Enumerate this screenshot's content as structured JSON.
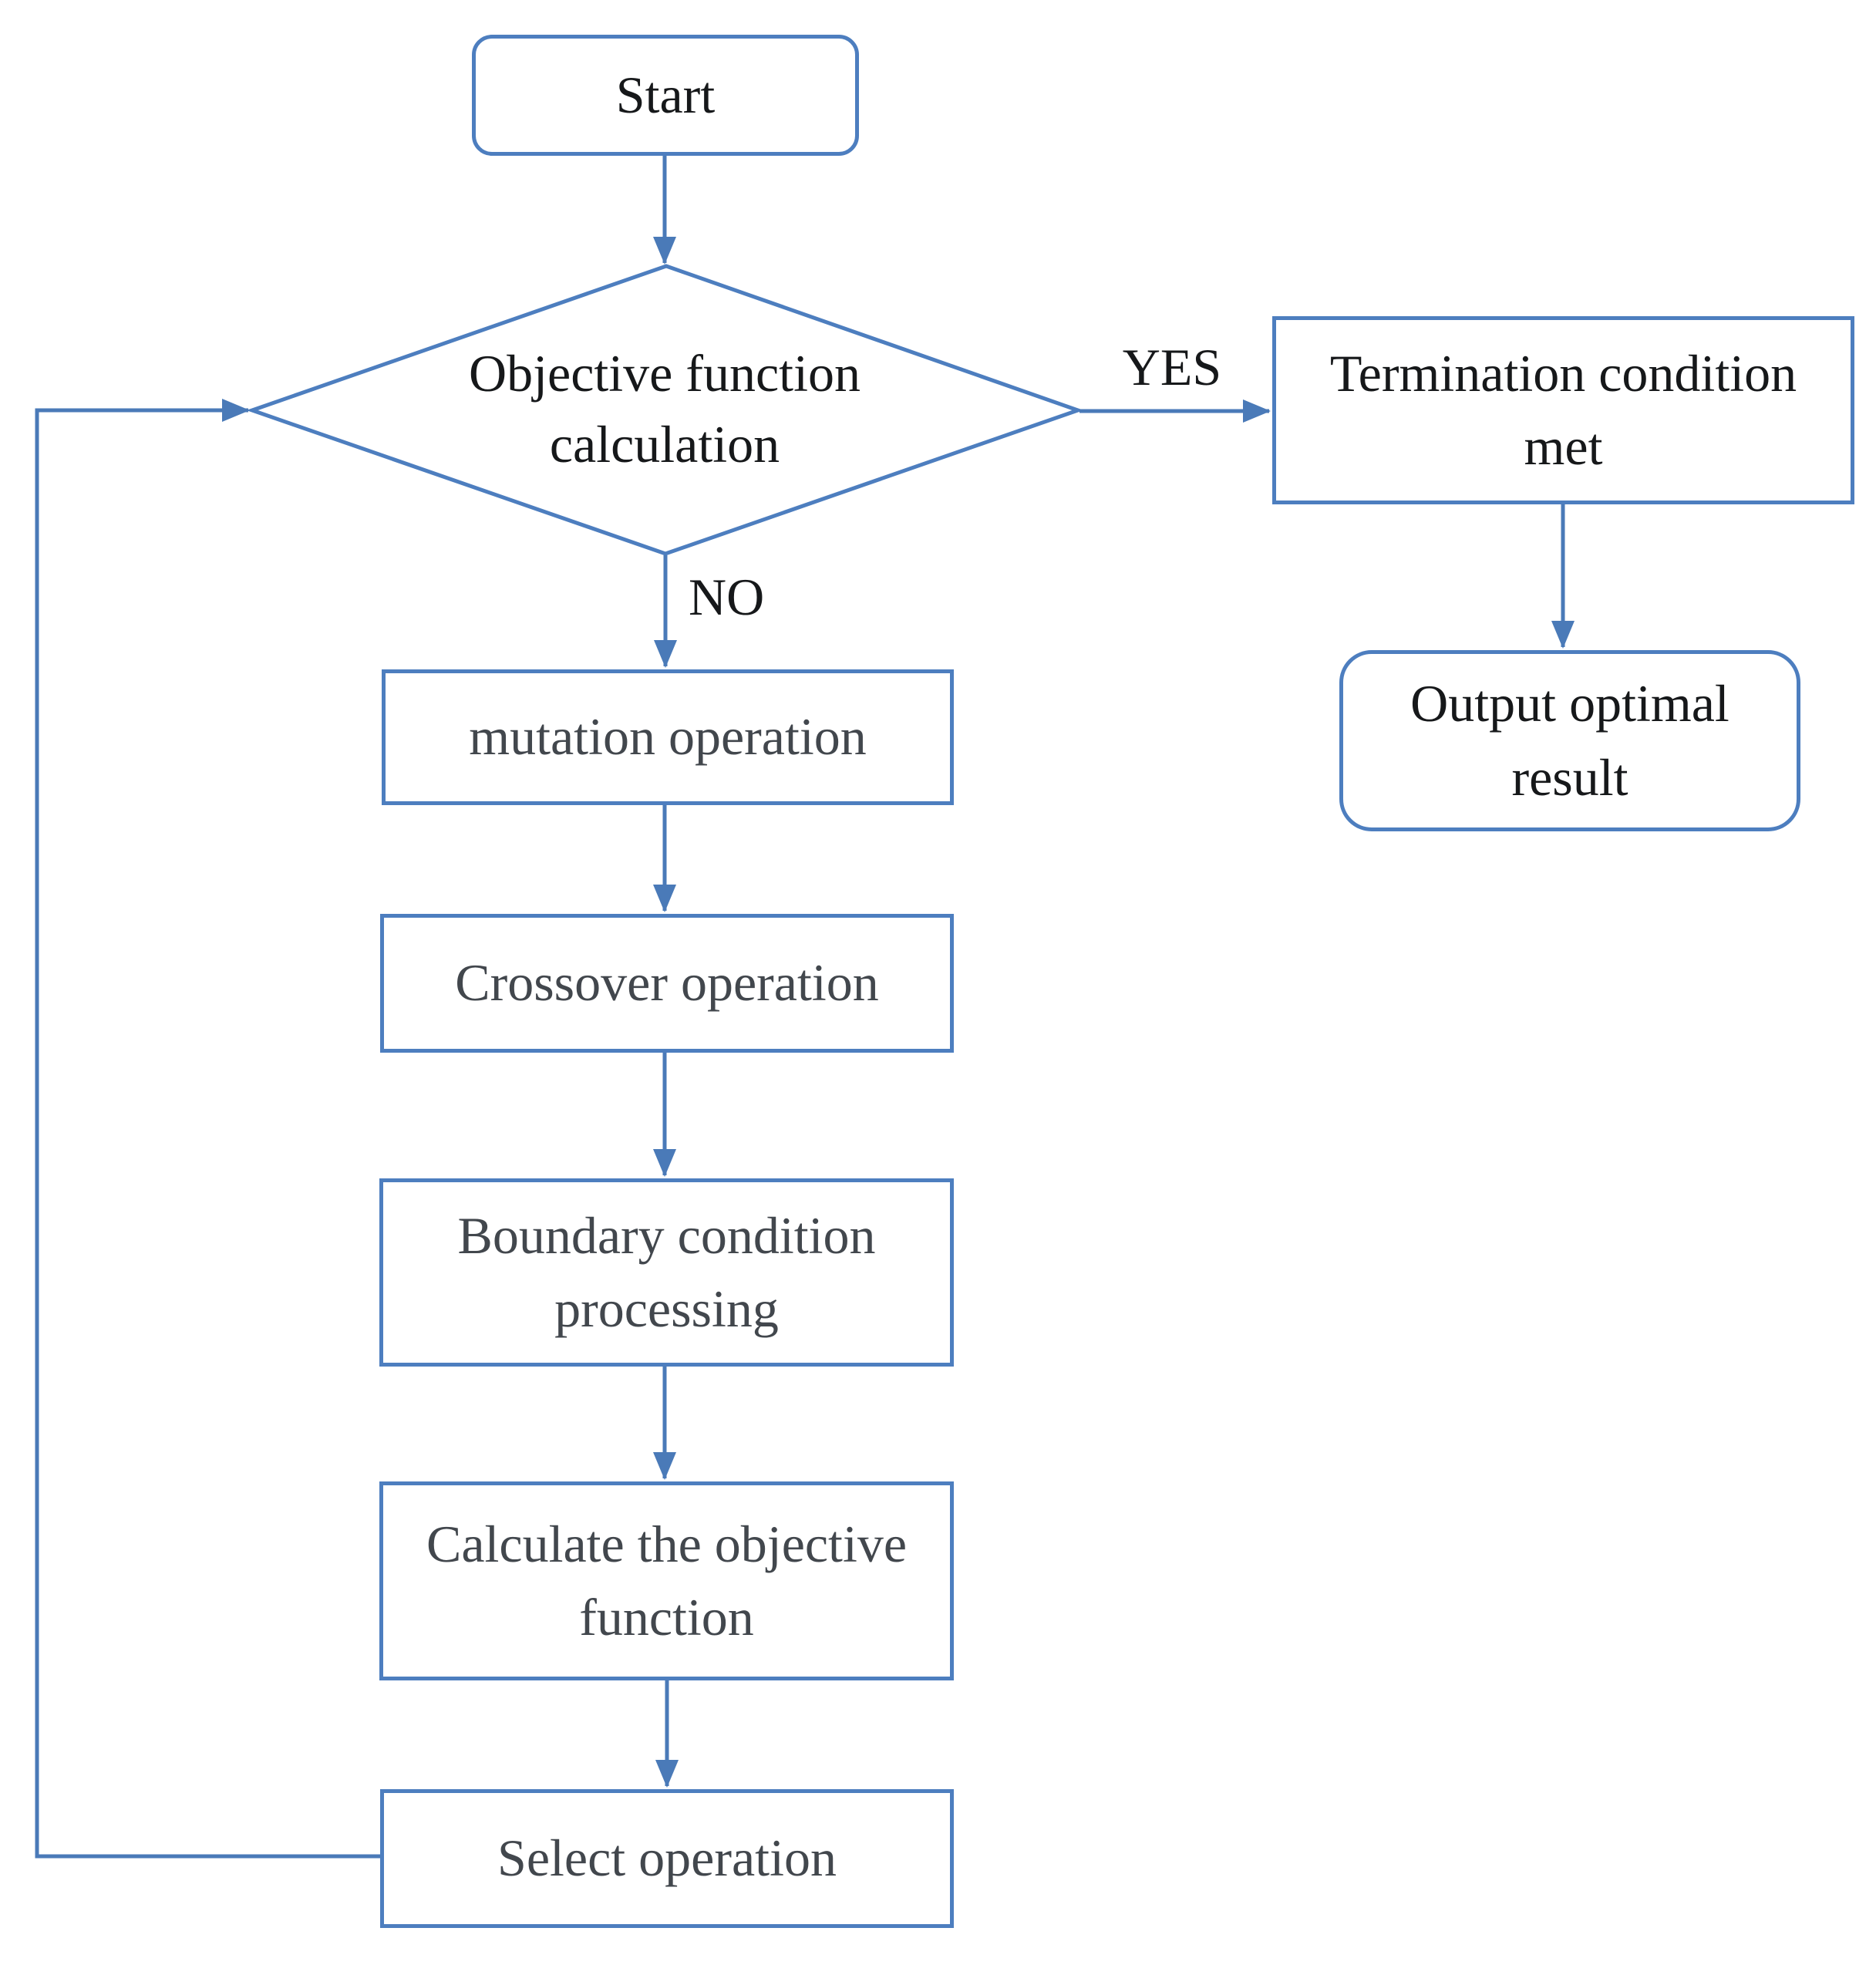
{
  "diagram": {
    "type": "flowchart",
    "accent_color": "#4d7ebf",
    "line_color": "#4a7ab8",
    "text_color": "#16181a",
    "process_text_color": "#42474d",
    "background_color": "#ffffff"
  },
  "nodes": {
    "start": {
      "label": "Start",
      "shape": "rounded-rect"
    },
    "decision": {
      "label": "Objective function calculation",
      "shape": "diamond"
    },
    "termination": {
      "label": "Termination condition met",
      "shape": "rect"
    },
    "output": {
      "label": "Output optimal result",
      "shape": "rounded-rect"
    },
    "mutation": {
      "label": "mutation operation",
      "shape": "rect"
    },
    "crossover": {
      "label": "Crossover operation",
      "shape": "rect"
    },
    "boundary": {
      "label": "Boundary condition processing",
      "shape": "rect"
    },
    "calculate": {
      "label": "Calculate the objective function",
      "shape": "rect"
    },
    "select": {
      "label": "Select operation",
      "shape": "rect"
    }
  },
  "edges": {
    "yes_label": "YES",
    "no_label": "NO",
    "list": [
      {
        "from": "start",
        "to": "decision",
        "label": ""
      },
      {
        "from": "decision",
        "to": "termination",
        "label": "YES"
      },
      {
        "from": "termination",
        "to": "output",
        "label": ""
      },
      {
        "from": "decision",
        "to": "mutation",
        "label": "NO"
      },
      {
        "from": "mutation",
        "to": "crossover",
        "label": ""
      },
      {
        "from": "crossover",
        "to": "boundary",
        "label": ""
      },
      {
        "from": "boundary",
        "to": "calculate",
        "label": ""
      },
      {
        "from": "calculate",
        "to": "select",
        "label": ""
      },
      {
        "from": "select",
        "to": "decision",
        "label": ""
      }
    ]
  }
}
